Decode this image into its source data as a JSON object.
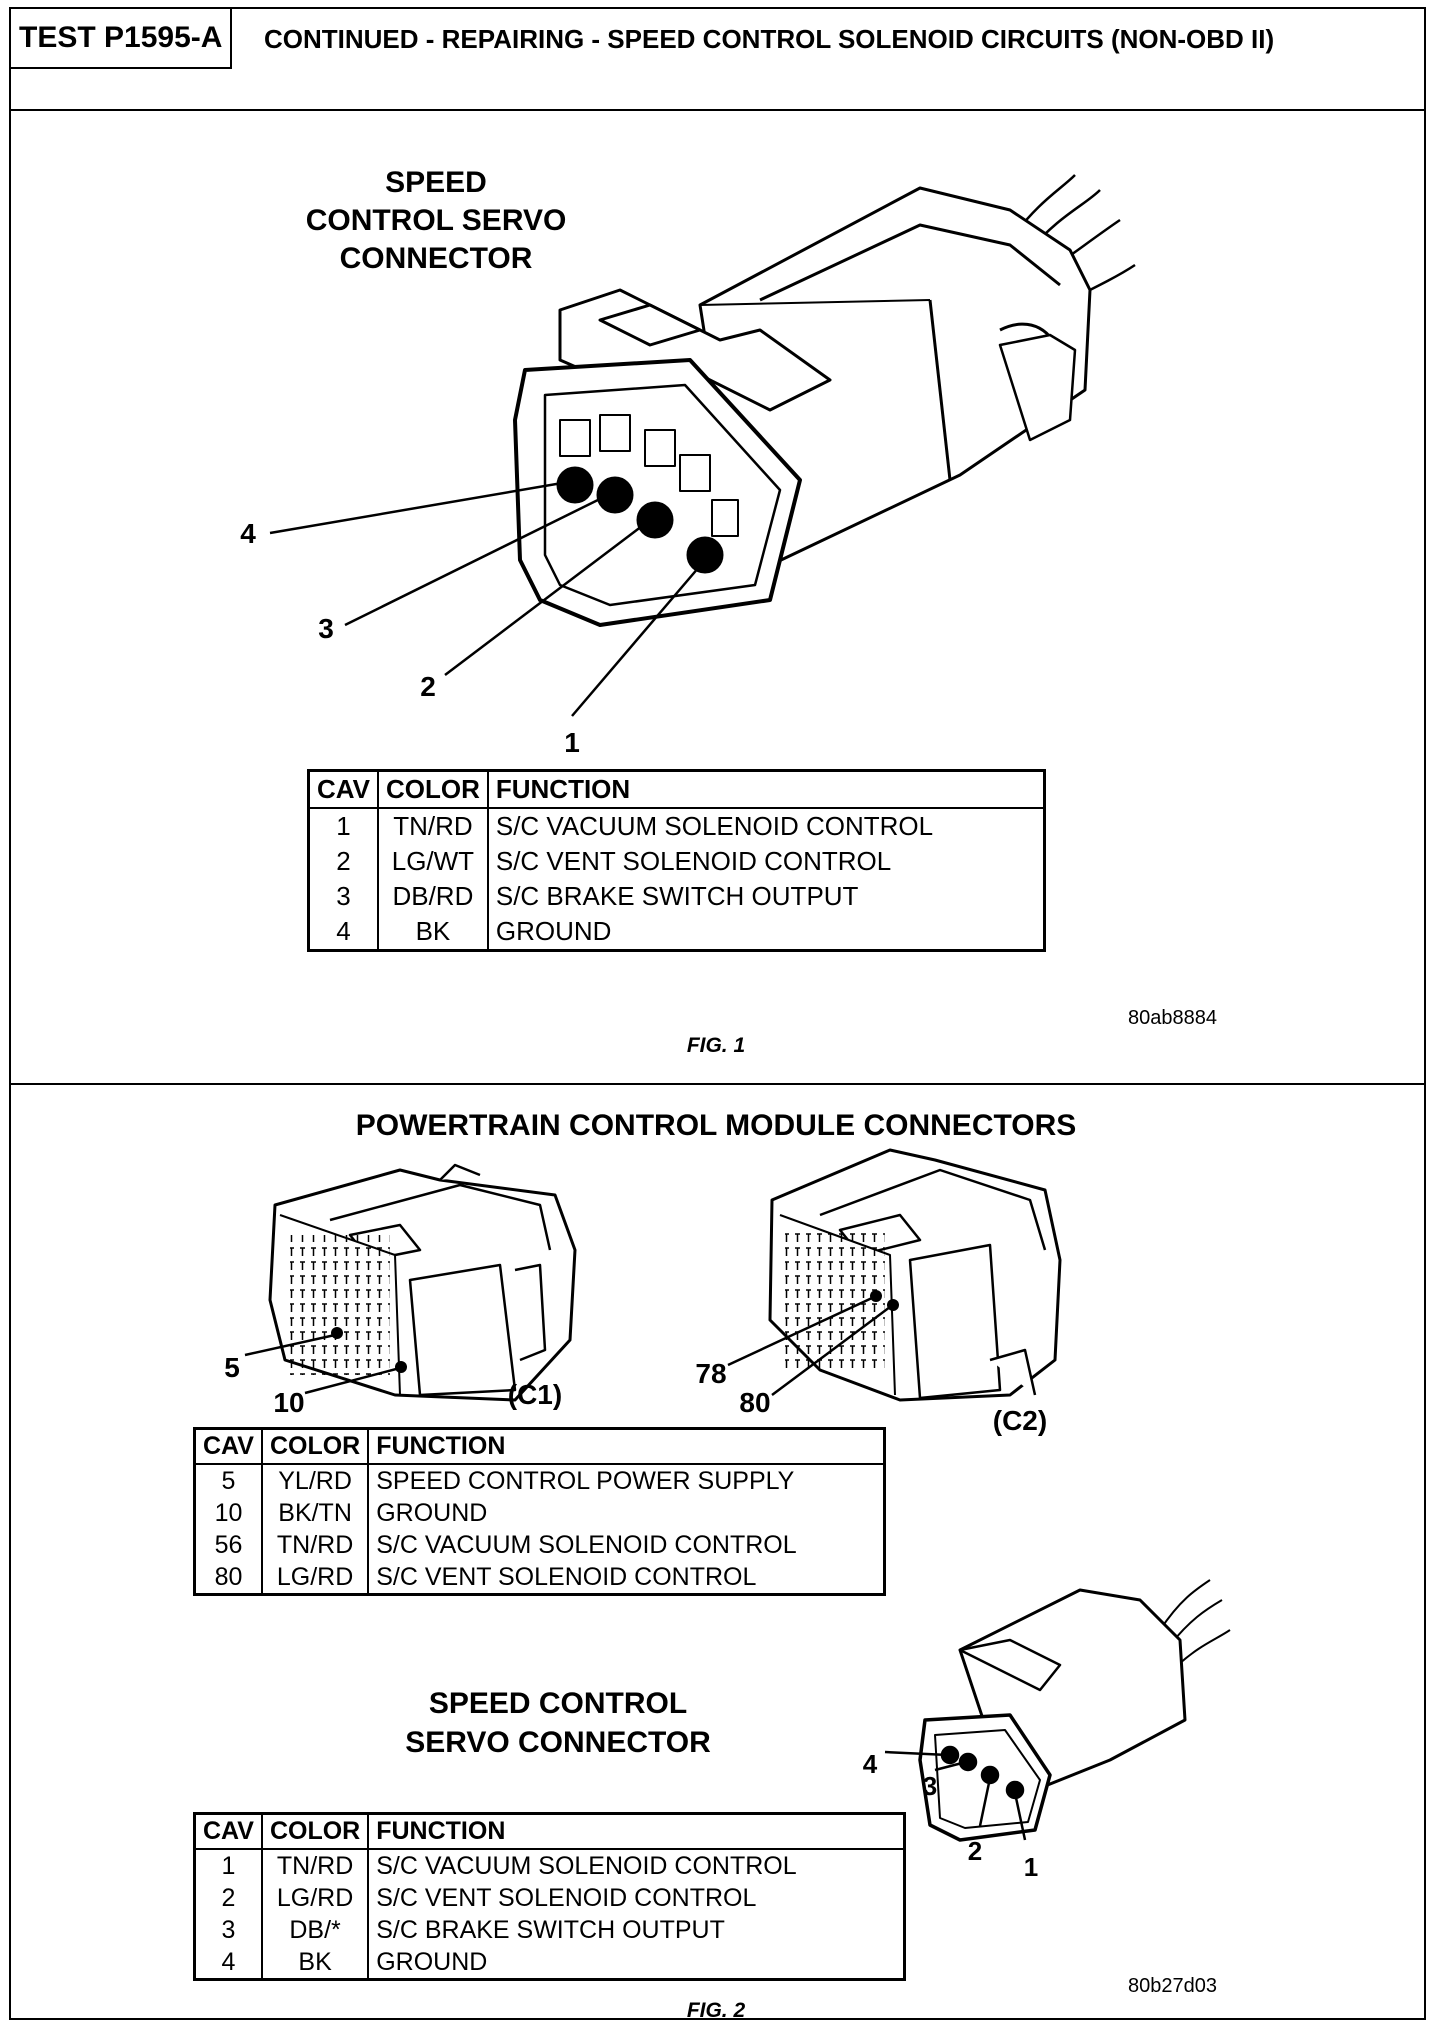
{
  "header": {
    "test_id": "TEST P1595-A",
    "title": "CONTINUED - REPAIRING - SPEED CONTROL SOLENOID CIRCUITS (NON-OBD II)"
  },
  "fig1": {
    "title_lines": [
      "SPEED",
      "CONTROL SERVO",
      "CONNECTOR"
    ],
    "pin_callouts": [
      "4",
      "3",
      "2",
      "1"
    ],
    "table": {
      "headers": [
        "CAV",
        "COLOR",
        "FUNCTION"
      ],
      "rows": [
        [
          "1",
          "TN/RD",
          "S/C VACUUM SOLENOID CONTROL"
        ],
        [
          "2",
          "LG/WT",
          "S/C VENT SOLENOID CONTROL"
        ],
        [
          "3",
          "DB/RD",
          "S/C BRAKE SWITCH OUTPUT"
        ],
        [
          "4",
          "BK",
          "GROUND"
        ]
      ]
    },
    "image_code": "80ab8884",
    "caption": "FIG. 1"
  },
  "fig2": {
    "pcm_title": "POWERTRAIN CONTROL MODULE CONNECTORS",
    "c1_label": "(C1)",
    "c2_label": "(C2)",
    "c1_callouts": [
      "5",
      "10"
    ],
    "c2_callouts": [
      "78",
      "80"
    ],
    "pcm_table": {
      "headers": [
        "CAV",
        "COLOR",
        "FUNCTION"
      ],
      "rows": [
        [
          "5",
          "YL/RD",
          "SPEED CONTROL POWER SUPPLY"
        ],
        [
          "10",
          "BK/TN",
          "GROUND"
        ],
        [
          "56",
          "TN/RD",
          "S/C VACUUM SOLENOID CONTROL"
        ],
        [
          "80",
          "LG/RD",
          "S/C VENT SOLENOID CONTROL"
        ]
      ]
    },
    "servo_title_lines": [
      "SPEED CONTROL",
      "SERVO CONNECTOR"
    ],
    "servo_callouts": [
      "4",
      "3",
      "2",
      "1"
    ],
    "servo_table": {
      "headers": [
        "CAV",
        "COLOR",
        "FUNCTION"
      ],
      "rows": [
        [
          "1",
          "TN/RD",
          "S/C VACUUM SOLENOID CONTROL"
        ],
        [
          "2",
          "LG/RD",
          "S/C VENT SOLENOID CONTROL"
        ],
        [
          "3",
          "DB/*",
          "S/C BRAKE SWITCH OUTPUT"
        ],
        [
          "4",
          "BK",
          "GROUND"
        ]
      ]
    },
    "image_code": "80b27d03",
    "caption": "FIG. 2"
  }
}
